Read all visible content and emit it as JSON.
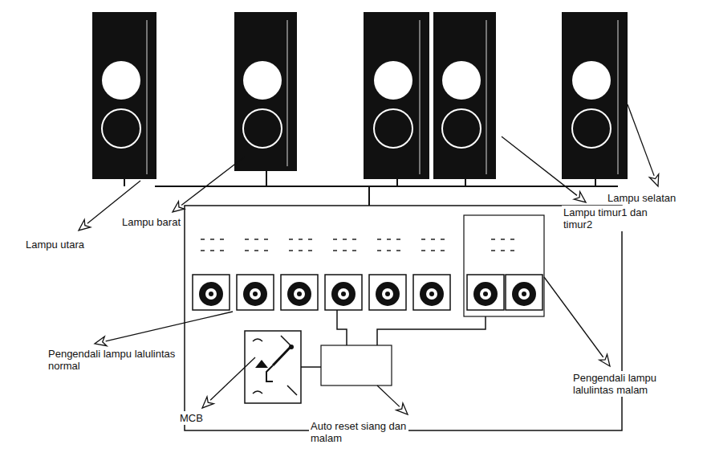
{
  "diagram": {
    "labels": [
      "Lampu utara",
      "Lampu barat",
      "Lampu timur1 dan timur2",
      "Lampu selatan",
      "Pengendali lampu lalulintas normal",
      "Pengendali lampu lalulintas malam",
      "MCB",
      "Auto reset siang dan malam"
    ]
  }
}
